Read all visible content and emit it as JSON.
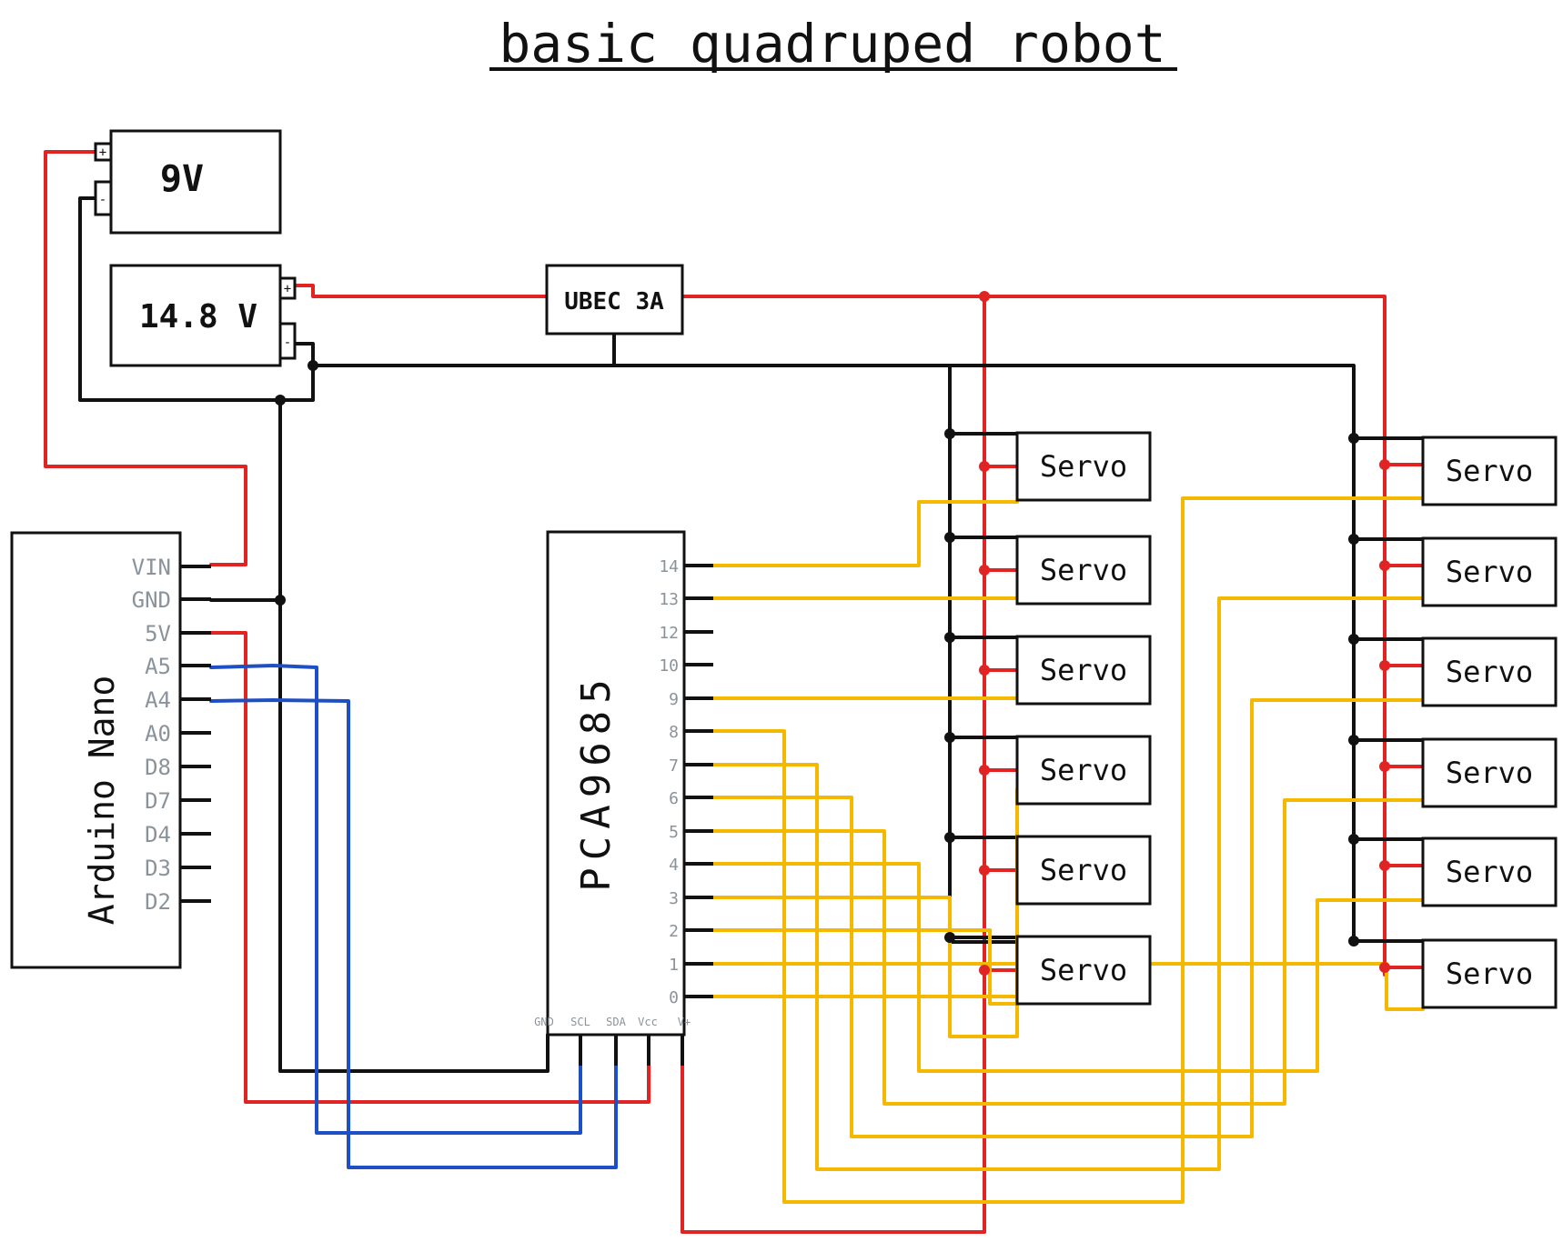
{
  "title": "basic quadruped robot",
  "colors": {
    "power": "#e02424",
    "ground": "#111111",
    "signal": "#f5b800",
    "i2c": "#1f4fc4",
    "pin_label": "#8a939b"
  },
  "components": {
    "battery_9v": {
      "label": "9V",
      "plus": "+",
      "minus": "-"
    },
    "battery_14v": {
      "label": "14.8 V",
      "plus": "+",
      "minus": "-"
    },
    "ubec": {
      "label": "UBEC 3A"
    },
    "arduino": {
      "label": "Arduino Nano",
      "pins": [
        "VIN",
        "GND",
        "5V",
        "A5",
        "A4",
        "A0",
        "D8",
        "D7",
        "D4",
        "D3",
        "D2"
      ]
    },
    "pca": {
      "label": "PCA9685",
      "channels": [
        "14",
        "13",
        "12",
        "10",
        "9",
        "8",
        "7",
        "6",
        "5",
        "4",
        "3",
        "2",
        "1",
        "0"
      ],
      "bottom_pins": [
        "GND",
        "SCL",
        "SDA",
        "Vcc",
        "V+"
      ]
    },
    "servos_left": [
      "Servo",
      "Servo",
      "Servo",
      "Servo",
      "Servo",
      "Servo"
    ],
    "servos_right": [
      "Servo",
      "Servo",
      "Servo",
      "Servo",
      "Servo",
      "Servo"
    ]
  }
}
